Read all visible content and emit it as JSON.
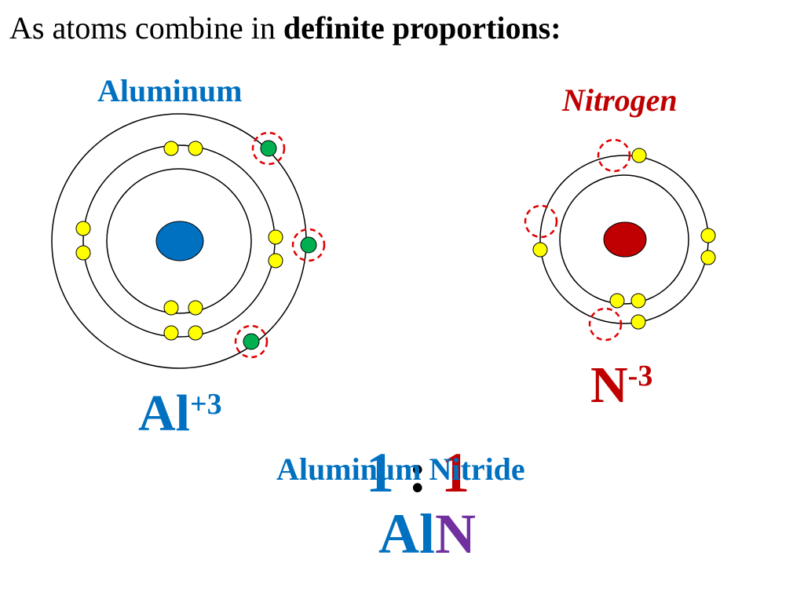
{
  "headline": {
    "prefix": "As atoms combine in ",
    "emphasis": "definite proportions:"
  },
  "aluminum": {
    "name": "Aluminum",
    "symbol": "Al",
    "charge": "+3",
    "color": "#0070c0"
  },
  "nitrogen": {
    "name": "Nitrogen",
    "symbol": "N",
    "charge": "-3",
    "color": "#c00000"
  },
  "ratio": {
    "left": "1",
    "separator": ":",
    "right": "1"
  },
  "compound": {
    "name": "Aluminum Nitride",
    "formula_part1": "Al",
    "formula_part2": "N",
    "formula_part2_color": "#7030a0"
  },
  "colors": {
    "electron": "#ffff00",
    "valence_electron": "#00b050",
    "transfer_marker": "#e00000"
  }
}
